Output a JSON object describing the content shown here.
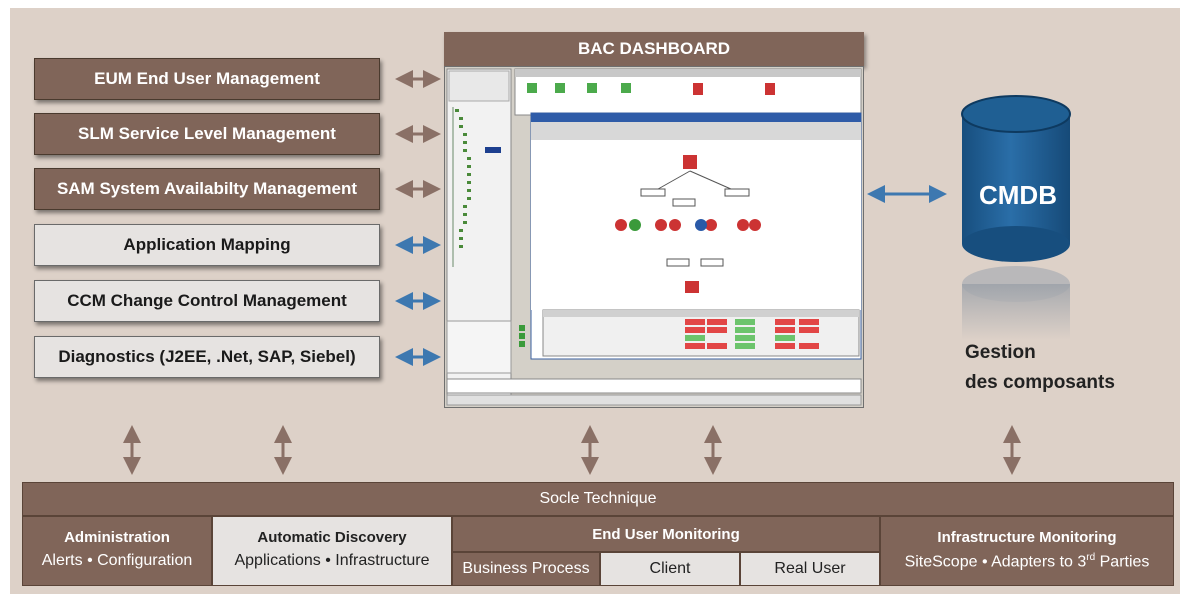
{
  "left_modules": [
    {
      "label": "EUM End User Management",
      "style": "dark",
      "arrow": "brown"
    },
    {
      "label": "SLM Service Level Management",
      "style": "dark",
      "arrow": "brown"
    },
    {
      "label": "SAM System Availabilty Management",
      "style": "dark",
      "arrow": "brown"
    },
    {
      "label": "Application Mapping",
      "style": "light",
      "arrow": "blue"
    },
    {
      "label": "CCM Change Control Management",
      "style": "light",
      "arrow": "blue"
    },
    {
      "label": "Diagnostics (J2EE, .Net, SAP, Siebel)",
      "style": "light",
      "arrow": "blue"
    }
  ],
  "dashboard": {
    "title": "BAC DASHBOARD"
  },
  "cmdb": {
    "label": "CMDB",
    "caption_line1": "Gestion",
    "caption_line2": "des composants"
  },
  "bottom": {
    "socle": "Socle Technique",
    "administration": {
      "title": "Administration",
      "subtitle": "Alerts • Configuration"
    },
    "discovery": {
      "title": "Automatic Discovery",
      "subtitle": "Applications • Infrastructure"
    },
    "eum": {
      "title": "End User Monitoring",
      "items": [
        "Business Process",
        "Client",
        "Real User"
      ]
    },
    "infra": {
      "title": "Infrastructure Monitoring",
      "subtitle_main": "SiteScope • Adapters to 3",
      "subtitle_sup": "rd",
      "subtitle_end": " Parties"
    }
  },
  "colors": {
    "brown": "#806559",
    "background": "#ddd1c8",
    "blue_arrow": "#3d78b0",
    "brown_arrow": "#8a7066",
    "cylinder": "#1f5f93"
  }
}
